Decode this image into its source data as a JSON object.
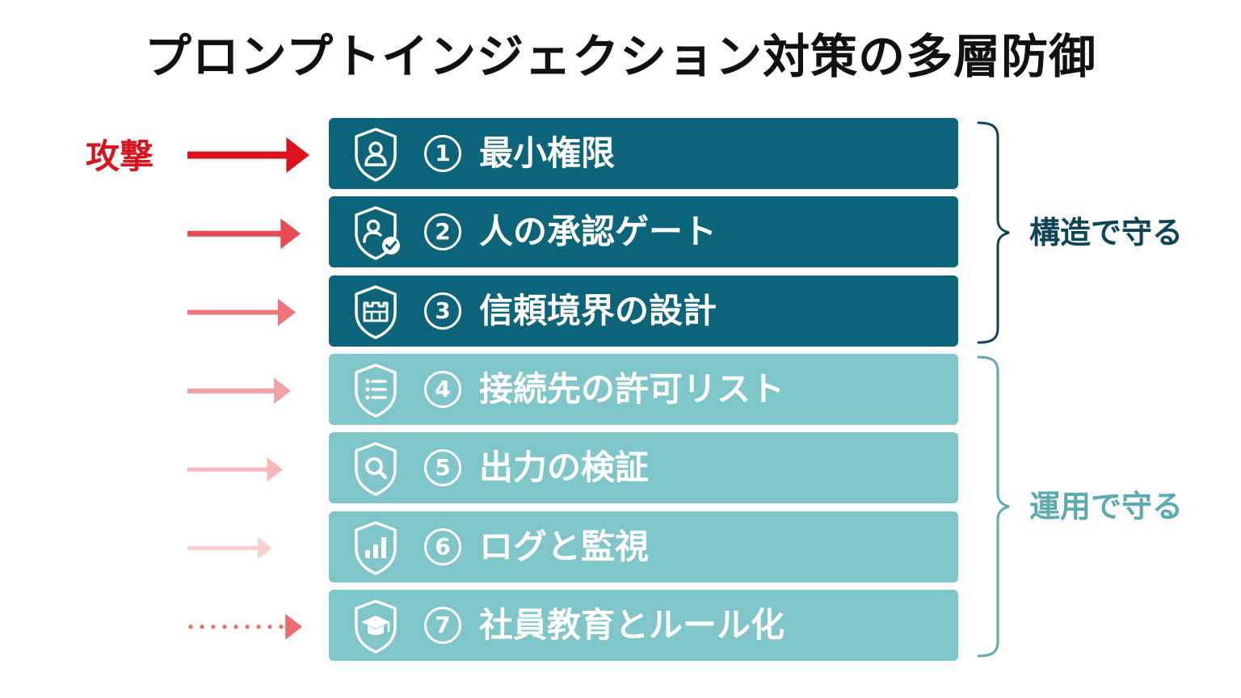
{
  "title": "プロンプトインジェクション対策の多層防御",
  "attack": {
    "label": "攻撃",
    "color": "#d9141c"
  },
  "colors": {
    "structure_fill": "#0b6479",
    "operation_fill": "#7fc6ca",
    "structure_text": "#0d4456",
    "operation_text": "#5aaab0"
  },
  "layers": [
    {
      "num": "①",
      "label": "最小権限",
      "icon": "user-shield-icon",
      "group": "structure"
    },
    {
      "num": "②",
      "label": "人の承認ゲート",
      "icon": "user-check-shield-icon",
      "group": "structure"
    },
    {
      "num": "③",
      "label": "信頼境界の設計",
      "icon": "wall-shield-icon",
      "group": "structure"
    },
    {
      "num": "④",
      "label": "接続先の許可リスト",
      "icon": "list-shield-icon",
      "group": "operation"
    },
    {
      "num": "⑤",
      "label": "出力の検証",
      "icon": "magnifier-shield-icon",
      "group": "operation"
    },
    {
      "num": "⑥",
      "label": "ログと監視",
      "icon": "bar-chart-shield-icon",
      "group": "operation"
    },
    {
      "num": "⑦",
      "label": "社員教育とルール化",
      "icon": "graduation-cap-shield-icon",
      "group": "operation"
    }
  ],
  "groups": {
    "structure": {
      "label": "構造で守る"
    },
    "operation": {
      "label": "運用で守る"
    }
  }
}
